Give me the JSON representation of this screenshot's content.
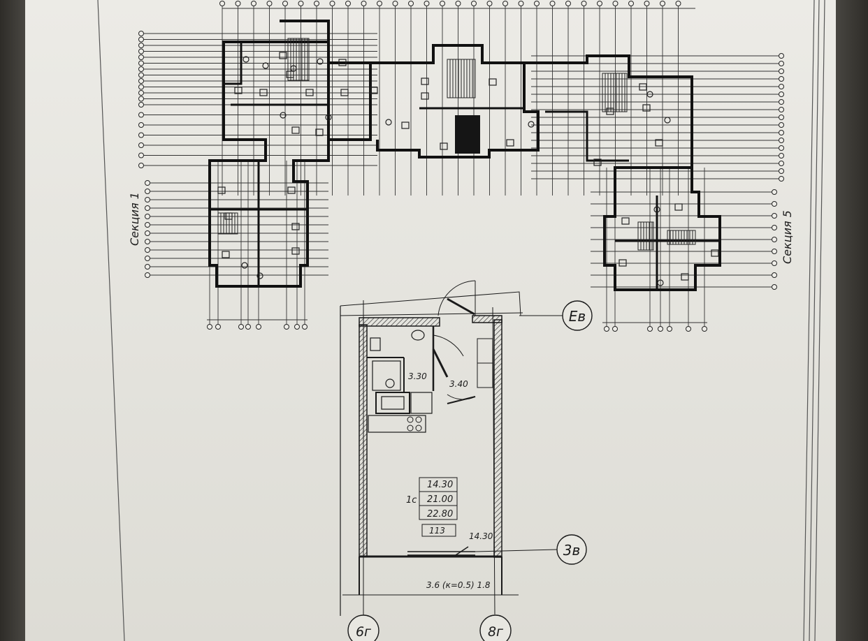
{
  "sections": {
    "left": "Секция 1",
    "right": "Секция 5"
  },
  "axes": {
    "ev": "Ев",
    "zv": "3в",
    "sixg": "6г",
    "eightg": "8г"
  },
  "room_dims": {
    "bath": "3.30",
    "hall": "3.40",
    "living": "14.30",
    "balcony": "3.6 (к=0.5) 1.8"
  },
  "apartment": {
    "type": "1с",
    "living_area": "14.30",
    "area": "21.00",
    "total_area": "22.80",
    "number": "113"
  }
}
